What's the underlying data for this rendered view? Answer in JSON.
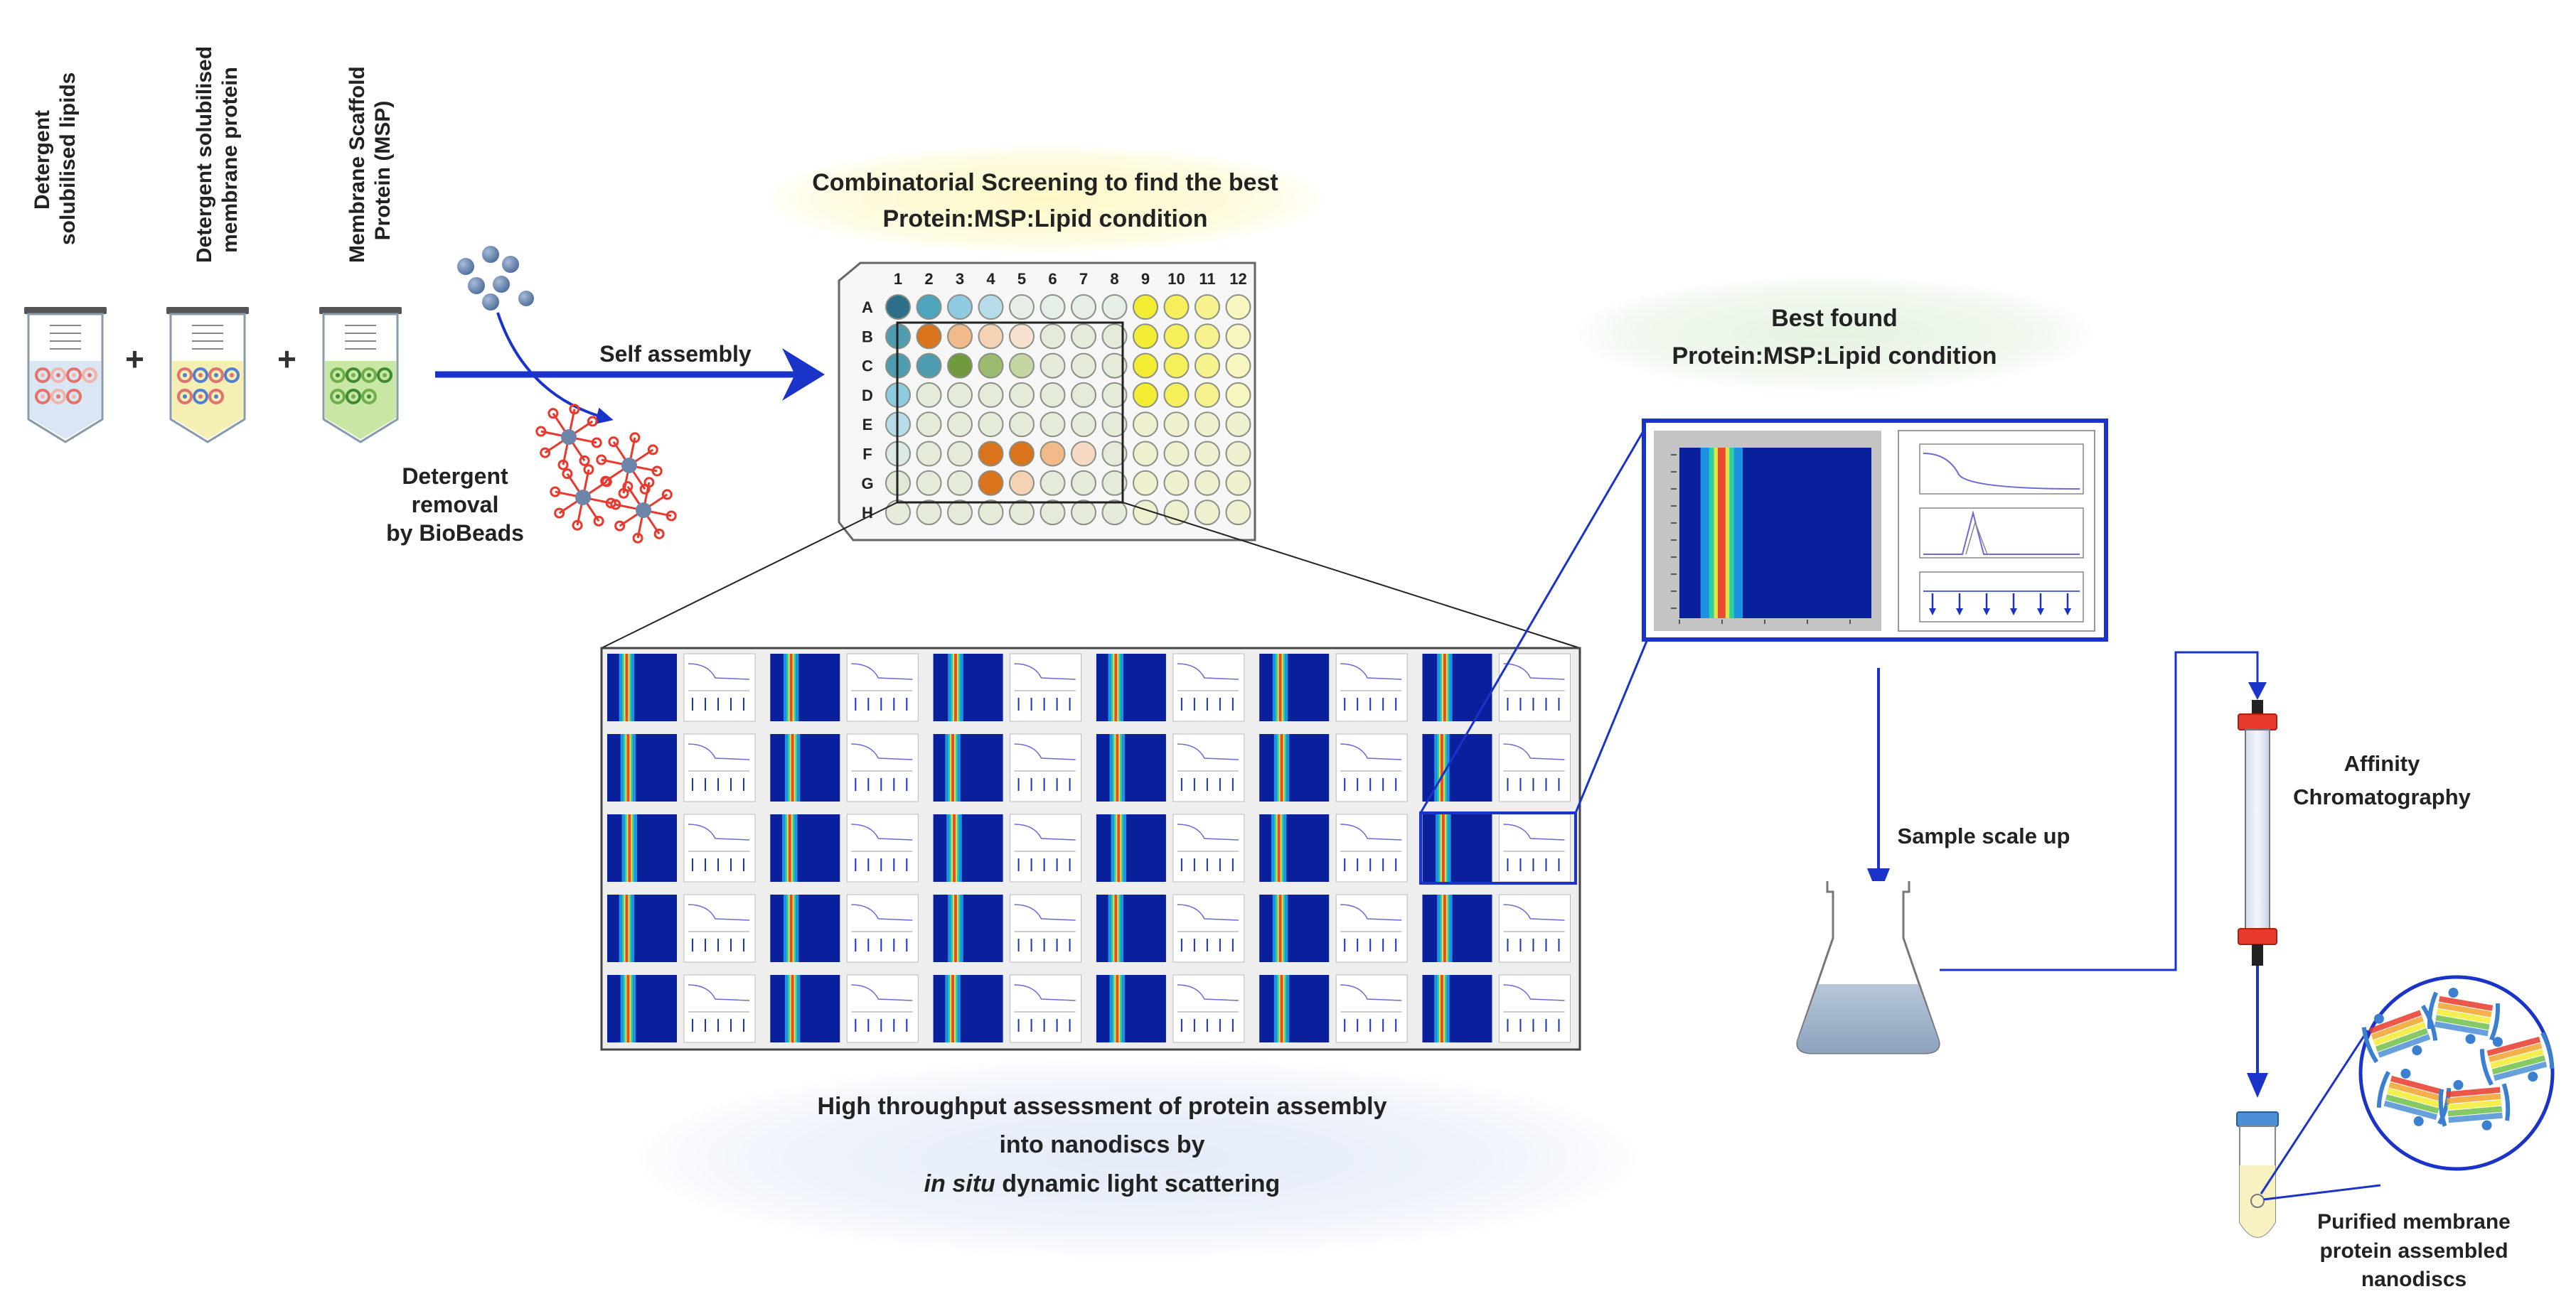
{
  "tubes": [
    {
      "label_lines": [
        "Detergent",
        "solubilised  lipids"
      ],
      "fill": "#dbe6f4"
    },
    {
      "label_lines": [
        "Detergent solubilised",
        "membrane protein"
      ],
      "fill": "#f6efb4"
    },
    {
      "label_lines": [
        "Membrane Scaffold",
        "Protein (MSP)"
      ],
      "fill": "#c9e7a4"
    }
  ],
  "plus_sign": "+",
  "self_assembly": "Self assembly",
  "detergent_removal": [
    "Detergent",
    "removal",
    "by BioBeads"
  ],
  "screening_title": [
    "Combinatorial Screening to find the best",
    "Protein:MSP:Lipid condition"
  ],
  "plate": {
    "columns": [
      "1",
      "2",
      "3",
      "4",
      "5",
      "6",
      "7",
      "8",
      "9",
      "10",
      "11",
      "12"
    ],
    "rows": [
      "A",
      "B",
      "C",
      "D",
      "E",
      "F",
      "G",
      "H"
    ]
  },
  "best_found": [
    "Best found",
    "Protein:MSP:Lipid condition"
  ],
  "sample_scale_up": "Sample scale up",
  "affinity": [
    "Affinity",
    "Chromatography"
  ],
  "purified": [
    "Purified membrane",
    "protein assembled",
    "nanodiscs"
  ],
  "hts_caption": {
    "line1": "High throughput assessment of protein assembly",
    "line2": "into nanodiscs by",
    "line3_italic": "in situ",
    "line3_rest": " dynamic light scattering"
  },
  "colors": {
    "arrow_blue": "#1a33c8",
    "heatmap_bg": "#0a1f9c",
    "accent_red": "#e8392c",
    "orange_well": "#d9731c",
    "yellow_well": "#f2ec32"
  }
}
